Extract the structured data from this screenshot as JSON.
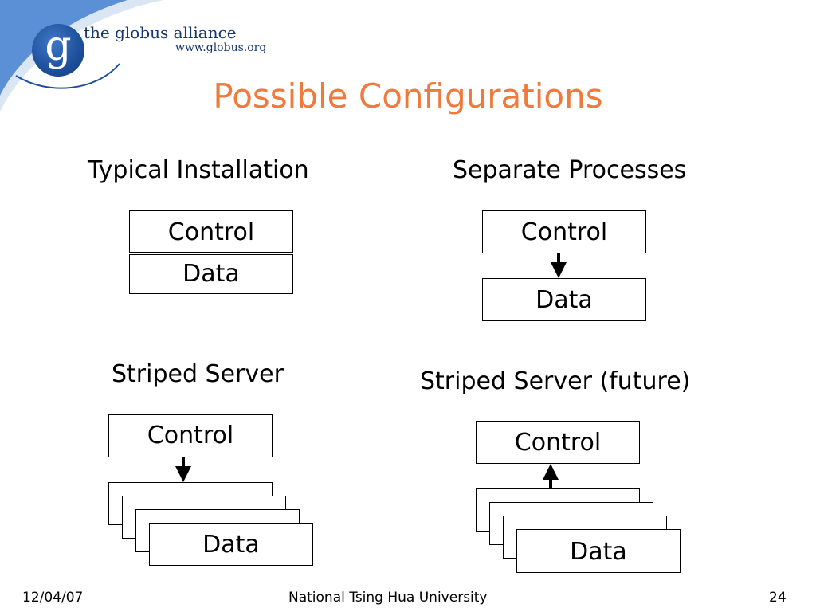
{
  "header": {
    "logo_letter": "g",
    "logo_name": "the globus alliance",
    "logo_url": "www.globus.org",
    "title": "Possible Configurations"
  },
  "colors": {
    "title": "#f07a3c",
    "swoosh": "#5b8fd6",
    "logo": "#1d4f9a"
  },
  "configs": {
    "typical": {
      "heading": "Typical Installation",
      "control_label": "Control",
      "data_label": "Data"
    },
    "separate": {
      "heading": "Separate Processes",
      "control_label": "Control",
      "data_label": "Data",
      "arrow": "down"
    },
    "striped": {
      "heading": "Striped Server",
      "control_label": "Control",
      "data_label": "Data",
      "arrow": "down",
      "data_stack_count": 4
    },
    "striped_future": {
      "heading": "Striped Server (future)",
      "control_label": "Control",
      "data_label": "Data",
      "arrow": "up",
      "data_stack_count": 4
    }
  },
  "footer": {
    "date": "12/04/07",
    "institution": "National Tsing Hua University",
    "page_number": "24"
  }
}
